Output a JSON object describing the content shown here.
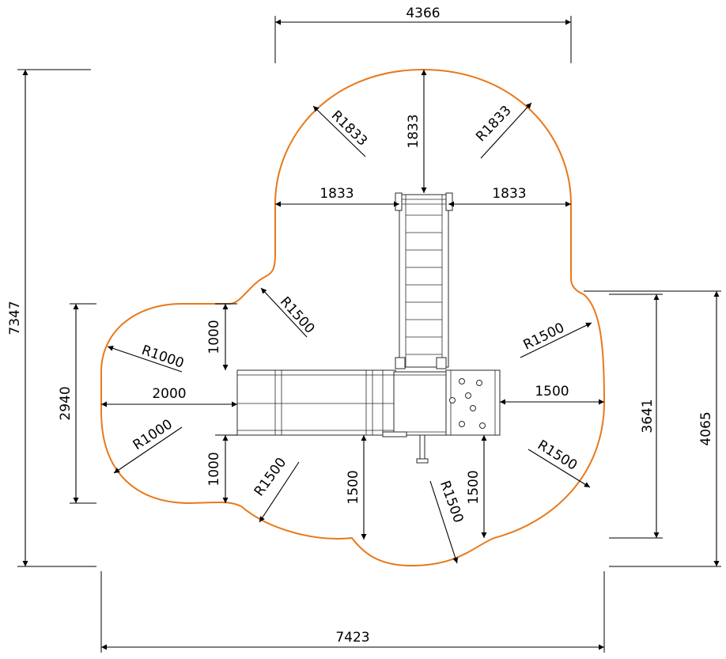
{
  "overall": {
    "total_width": "7423",
    "total_depth": "7347",
    "upper_width": "4366",
    "side_depth_left": "2940",
    "side_depth_right_inner": "3641",
    "side_depth_right_outer": "4065"
  },
  "clearances": {
    "ladder_top": "1833",
    "ladder_left": "1833",
    "ladder_right": "1833",
    "slide_end": "2000",
    "climber_side": "1500",
    "platform_top_left": "1000",
    "platform_bottom_left": "1000",
    "bottom_mid_left": "1500",
    "bottom_mid_right": "1500"
  },
  "radii": {
    "top_left": "R1833",
    "top_right": "R1833",
    "upper_left_notch": "R1500",
    "left_upper": "R1000",
    "left_lower": "R1000",
    "lower_left": "R1500",
    "bottom_center": "R1500",
    "right_upper": "R1500",
    "right_lower": "R1500"
  },
  "colors": {
    "safety_zone": "#e8791a",
    "dimension": "#000000",
    "equipment": "#2a2a2a"
  }
}
